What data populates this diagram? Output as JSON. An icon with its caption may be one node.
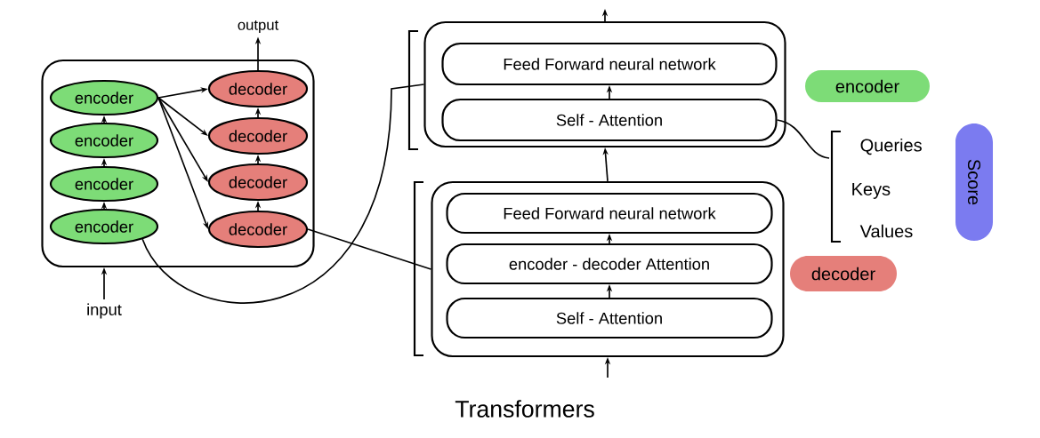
{
  "diagram": {
    "caption": "Transformers",
    "nodes": [
      {
        "text": [],
        "shape": "box"
      },
      {
        "text": [
          "encoder"
        ],
        "in": 0
      },
      {
        "text": [
          "encoder"
        ],
        "in": 0
      },
      {
        "text": [
          "encoder"
        ],
        "in": 0
      },
      {
        "text": [
          "encoder"
        ],
        "in": 0
      },
      {
        "text": [
          "decoder"
        ],
        "in": 0
      },
      {
        "text": [
          "decoder"
        ],
        "in": 0
      },
      {
        "text": [
          "decoder"
        ],
        "in": 0
      },
      {
        "text": [
          "decoder"
        ],
        "in": 0
      },
      {
        "text": [
          "output"
        ]
      },
      {
        "text": [
          "input"
        ]
      },
      {
        "text": [],
        "shape": "box"
      },
      {
        "text": [
          "Feed Forward neural network"
        ],
        "in": 11
      },
      {
        "text": [
          "Self - Attention"
        ],
        "in": 11
      },
      {
        "text": [],
        "shape": "box"
      },
      {
        "text": [
          "Feed Forward neural network"
        ],
        "in": 14
      },
      {
        "text": [
          "encoder - decoder Attention"
        ],
        "in": 14
      },
      {
        "text": [
          "Self - Attention"
        ],
        "in": 14
      },
      {
        "text": [
          "encoder"
        ]
      },
      {
        "text": [
          "decoder"
        ]
      },
      {
        "text": [
          "Score"
        ]
      }
    ],
    "edges": [
      {
        "from": 4,
        "to": 3,
        "arrow": "to"
      },
      {
        "from": 3,
        "to": 2,
        "arrow": "to"
      },
      {
        "from": 2,
        "to": 1,
        "arrow": "to"
      },
      {
        "from": 1,
        "to": 5,
        "arrow": "to"
      },
      {
        "from": 1,
        "to": 6,
        "arrow": "to"
      },
      {
        "from": 1,
        "to": 7,
        "arrow": "to"
      },
      {
        "from": 1,
        "to": 8,
        "arrow": "to"
      },
      {
        "from": 8,
        "to": 7,
        "arrow": "to"
      },
      {
        "from": 7,
        "to": 6,
        "arrow": "to"
      },
      {
        "from": 6,
        "to": 5,
        "arrow": "to"
      },
      {
        "from": 5,
        "to": 9,
        "arrow": "to"
      },
      {
        "from": 10,
        "to": 0,
        "arrow": "to"
      },
      {
        "from": 4,
        "to": 11,
        "arrow": "none"
      },
      {
        "from": 8,
        "to": 14,
        "arrow": "none"
      },
      {
        "from": 13,
        "to": null,
        "arrow": "none"
      },
      {
        "from": 13,
        "to": 12,
        "arrow": "to"
      },
      {
        "from": 14,
        "to": 11,
        "arrow": "to"
      },
      {
        "from": 11,
        "to": null,
        "arrow": "to"
      },
      {
        "from": 17,
        "to": 16,
        "arrow": "to"
      },
      {
        "from": 16,
        "to": 15,
        "arrow": "to"
      },
      {
        "from": null,
        "to": 14,
        "arrow": "to"
      }
    ],
    "labels": [
      "Queries",
      "Keys",
      "Values"
    ]
  }
}
